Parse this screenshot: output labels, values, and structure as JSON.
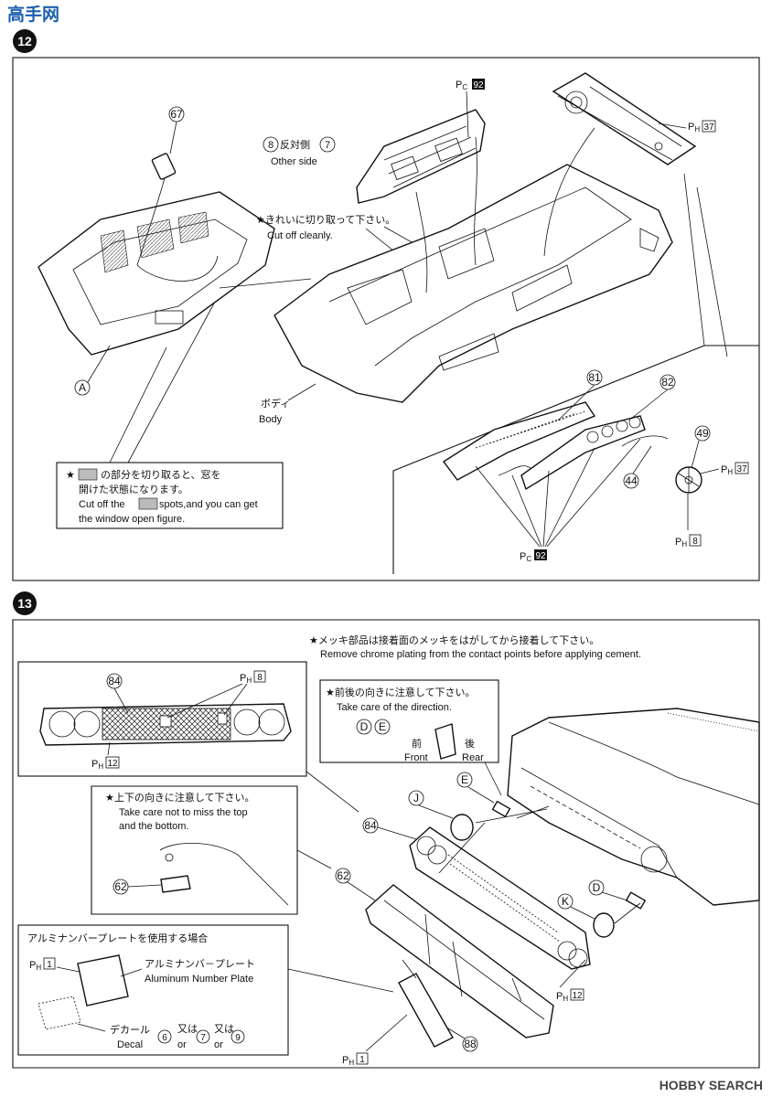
{
  "watermark": {
    "site": "高手网",
    "footer": "HOBBY SEARCH"
  },
  "step12": {
    "step_number": "12",
    "part_labels": {
      "p67": "67",
      "p8_other": "8",
      "p7_other": "7",
      "a": "A",
      "p81": "81",
      "p82": "82",
      "p44": "44",
      "p49": "49"
    },
    "other_side_jp": "反対側",
    "other_side_en": "Other side",
    "paint_pc92_top": {
      "prefix": "P",
      "sub": "C",
      "num": "92"
    },
    "paint_ph37_top": {
      "prefix": "P",
      "sub": "H",
      "num": "37"
    },
    "paint_ph37_wheel": {
      "prefix": "P",
      "sub": "H",
      "num": "37"
    },
    "paint_ph8_wheel": {
      "prefix": "P",
      "sub": "H",
      "num": "8"
    },
    "paint_pc92_dash": {
      "prefix": "P",
      "sub": "C",
      "num": "92"
    },
    "cut_note_jp": "★きれいに切り取って下さい。",
    "cut_note_en": "Cut off cleanly.",
    "body_jp": "ボディ",
    "body_en": "Body",
    "window_note": {
      "jp1_pre": "★",
      "jp1_post": "の部分を切り取ると、窓を",
      "jp2": "開けた状態になります。",
      "en1_pre": "Cut off the",
      "en1_post": "spots,and you can get",
      "en2": "the window open figure."
    }
  },
  "step13": {
    "step_number": "13",
    "chrome_note_jp": "★メッキ部品は接着面のメッキをはがしてから接着して下さい。",
    "chrome_note_en": "Remove chrome plating from the contact points before applying cement.",
    "direction_note": {
      "jp": "★前後の向きに注意して下さい。",
      "en": "Take care of the direction.",
      "parts_d": "D",
      "parts_e": "E",
      "front_jp": "前",
      "front_en": "Front",
      "rear_jp": "後",
      "rear_en": "Rear"
    },
    "grille_box": {
      "part": "84",
      "paint_top": {
        "prefix": "P",
        "sub": "H",
        "num": "8"
      },
      "paint_bottom": {
        "prefix": "P",
        "sub": "H",
        "num": "12"
      }
    },
    "topbottom_note": {
      "jp": "★上下の向きに注意して下さい。",
      "en1": "Take care not to miss the top",
      "en2": "and the bottom.",
      "part": "62"
    },
    "plate_box": {
      "title_jp": "アルミナンバープレートを使用する場合",
      "plate_jp": "アルミナンバ－プレート",
      "plate_en": "Aluminum Number Plate",
      "paint": {
        "prefix": "P",
        "sub": "H",
        "num": "1"
      },
      "decal_jp": "デカール",
      "decal_en": "Decal",
      "opt6": "6",
      "opt7": "7",
      "opt9": "9",
      "or_jp": "又は",
      "or_en": "or"
    },
    "part_labels": {
      "j": "J",
      "e": "E",
      "k": "K",
      "d": "D",
      "p84": "84",
      "p62": "62",
      "p88": "88"
    },
    "paint_ph12": {
      "prefix": "P",
      "sub": "H",
      "num": "12"
    },
    "paint_ph1": {
      "prefix": "P",
      "sub": "H",
      "num": "1"
    }
  }
}
